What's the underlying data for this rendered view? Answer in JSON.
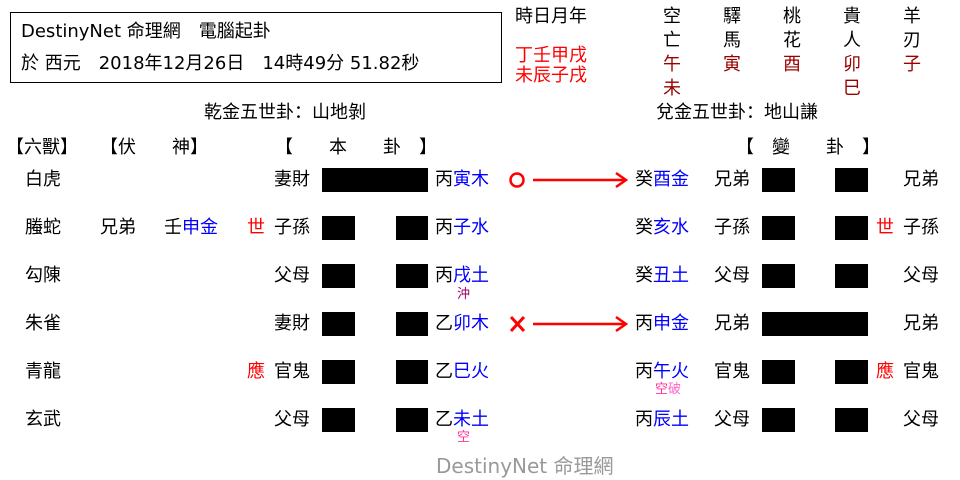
{
  "header": {
    "title": "DestinyNet 命理網　電腦起卦",
    "datetime": "於 西元　2018年12月26日　14時49分 51.82秒"
  },
  "pillars": {
    "label": "時日月年",
    "stems": "丁壬甲戌",
    "branches": "未辰子戌"
  },
  "shensha": [
    {
      "name_top": "空",
      "name_bottom": "亡",
      "value1": "午",
      "value2": "未"
    },
    {
      "name_top": "驛",
      "name_bottom": "馬",
      "value1": "寅",
      "value2": ""
    },
    {
      "name_top": "桃",
      "name_bottom": "花",
      "value1": "酉",
      "value2": ""
    },
    {
      "name_top": "貴",
      "name_bottom": "人",
      "value1": "卯",
      "value2": "巳"
    },
    {
      "name_top": "羊",
      "name_bottom": "刃",
      "value1": "子",
      "value2": ""
    }
  ],
  "hexagrams": {
    "original_name": "乾金五世卦：山地剝",
    "changed_name": "兌金五世卦：地山謙"
  },
  "column_headers": {
    "six_beasts": "【六獸】",
    "hidden_spirit": "【伏　　神】",
    "original": "【　　本　　卦　】",
    "changed": "【　變　　卦　】"
  },
  "colors": {
    "red": "#ff0000",
    "dark_red": "#990000",
    "blue": "#0000ff",
    "chong": "#990066",
    "kong": "#ff3399",
    "po": "#ff66cc",
    "watermark": "#999999"
  },
  "lines": [
    {
      "beast": "白虎",
      "hidden_relation": "",
      "hidden_stem": "",
      "hidden_branch": "",
      "marker": "",
      "relation": "妻財",
      "yang": true,
      "stem": "丙",
      "branch": "寅木",
      "note": "",
      "move": "O",
      "c_stem": "癸",
      "c_branch": "酉金",
      "c_note": "",
      "c_relation": "兄弟",
      "c_yang": false,
      "c_marker": "",
      "c_relation2": "兄弟"
    },
    {
      "beast": "螣蛇",
      "hidden_relation": "兄弟",
      "hidden_stem": "壬",
      "hidden_branch": "申金",
      "marker": "世",
      "relation": "子孫",
      "yang": false,
      "stem": "丙",
      "branch": "子水",
      "note": "",
      "move": "",
      "c_stem": "癸",
      "c_branch": "亥水",
      "c_note": "",
      "c_relation": "子孫",
      "c_yang": false,
      "c_marker": "世",
      "c_relation2": "子孫"
    },
    {
      "beast": "勾陳",
      "hidden_relation": "",
      "hidden_stem": "",
      "hidden_branch": "",
      "marker": "",
      "relation": "父母",
      "yang": false,
      "stem": "丙",
      "branch": "戌土",
      "note": "沖",
      "move": "",
      "c_stem": "癸",
      "c_branch": "丑土",
      "c_note": "",
      "c_relation": "父母",
      "c_yang": false,
      "c_marker": "",
      "c_relation2": "父母"
    },
    {
      "beast": "朱雀",
      "hidden_relation": "",
      "hidden_stem": "",
      "hidden_branch": "",
      "marker": "",
      "relation": "妻財",
      "yang": false,
      "stem": "乙",
      "branch": "卯木",
      "note": "",
      "move": "X",
      "c_stem": "丙",
      "c_branch": "申金",
      "c_note": "",
      "c_relation": "兄弟",
      "c_yang": true,
      "c_marker": "",
      "c_relation2": "兄弟"
    },
    {
      "beast": "青龍",
      "hidden_relation": "",
      "hidden_stem": "",
      "hidden_branch": "",
      "marker": "應",
      "relation": "官鬼",
      "yang": false,
      "stem": "乙",
      "branch": "巳火",
      "note": "",
      "move": "",
      "c_stem": "丙",
      "c_branch": "午火",
      "c_note_kong": "空",
      "c_note_po": "破",
      "c_relation": "官鬼",
      "c_yang": false,
      "c_marker": "應",
      "c_relation2": "官鬼"
    },
    {
      "beast": "玄武",
      "hidden_relation": "",
      "hidden_stem": "",
      "hidden_branch": "",
      "marker": "",
      "relation": "父母",
      "yang": false,
      "stem": "乙",
      "branch": "未土",
      "note": "空",
      "move": "",
      "c_stem": "丙",
      "c_branch": "辰土",
      "c_note": "",
      "c_relation": "父母",
      "c_yang": false,
      "c_marker": "",
      "c_relation2": "父母"
    }
  ],
  "watermark": "DestinyNet 命理網"
}
